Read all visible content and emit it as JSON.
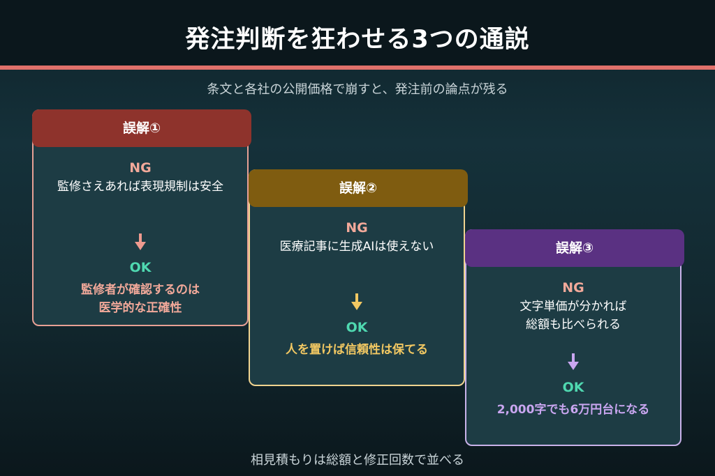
{
  "title": "発注判断を狂わせる3つの通説",
  "subtitle": "条文と各社の公開価格で崩すと、発注前の論点が残る",
  "footer": "相見積もりは総額と修正回数で並べる",
  "colors": {
    "accent_rule": "#e0706a",
    "ng_label": "#f2a99a",
    "ok_label": "#4fd8b0",
    "card1_header": "#8e332c",
    "card2_header": "#7f5c10",
    "card3_header": "#5a3182"
  },
  "cards": [
    {
      "header": "誤解①",
      "ng_label": "NG",
      "ng_text": [
        "監修さえあれば表現規制は安全"
      ],
      "arrow_icon": "arrow-down-icon",
      "ok_label": "OK",
      "ok_text": [
        "監修者が確認するのは",
        "医学的な正確性"
      ]
    },
    {
      "header": "誤解②",
      "ng_label": "NG",
      "ng_text": [
        "医療記事に生成AIは使えない"
      ],
      "arrow_icon": "arrow-down-icon",
      "ok_label": "OK",
      "ok_text": [
        "人を置けば信頼性は保てる"
      ]
    },
    {
      "header": "誤解③",
      "ng_label": "NG",
      "ng_text": [
        "文字単価が分かれば",
        "総額も比べられる"
      ],
      "arrow_icon": "arrow-down-icon",
      "ok_label": "OK",
      "ok_text": [
        "2,000字でも6万円台になる"
      ]
    }
  ]
}
